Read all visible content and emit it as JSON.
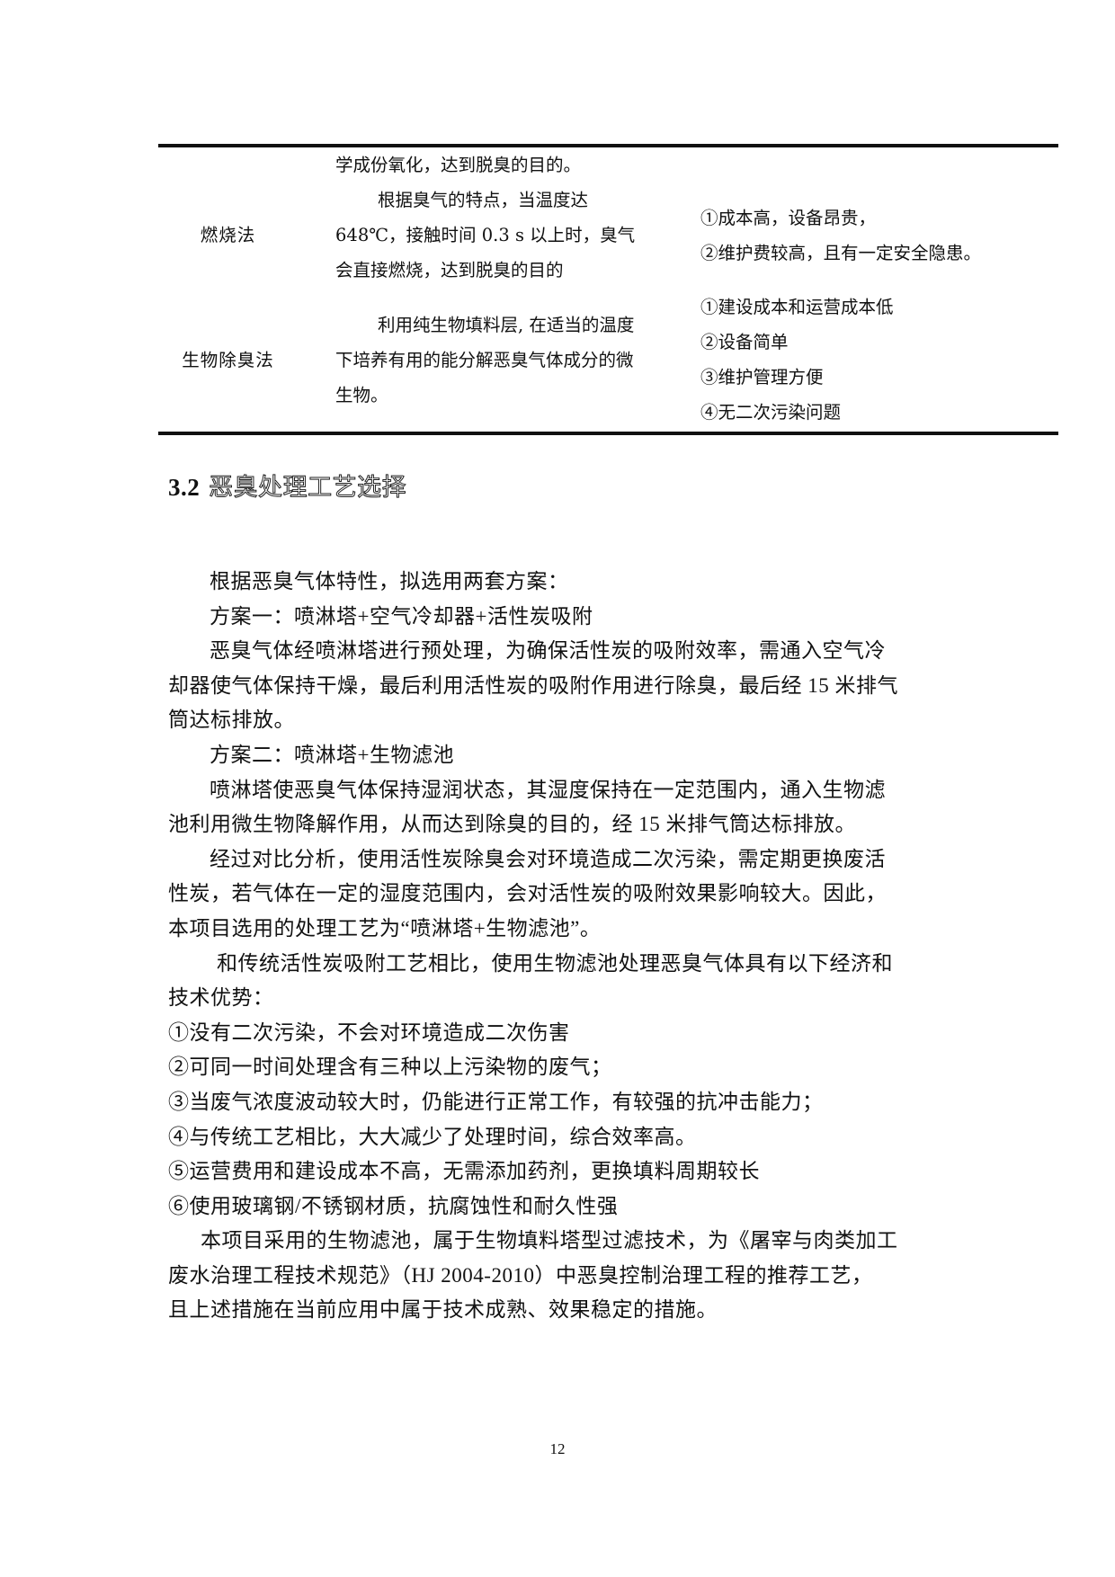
{
  "table": {
    "rows": [
      {
        "method": "",
        "principle_lines": [
          "学成份氧化，达到脱臭的目的。"
        ],
        "features": []
      },
      {
        "method": "燃烧法",
        "principle_lines": [
          "根据臭气的特点，当温度达",
          "648℃，接触时间 0.3 s 以上时，臭气",
          "会直接燃烧，达到脱臭的目的"
        ],
        "features": [
          "①成本高，设备昂贵，",
          "②维护费较高，且有一定安全隐患。"
        ]
      },
      {
        "method": "生物除臭法",
        "principle_lines": [
          "利用纯生物填料层, 在适当的温度",
          "下培养有用的能分解恶臭气体成分的微",
          "生物。"
        ],
        "features": [
          "①建设成本和运营成本低",
          "②设备简单",
          "③维护管理方便",
          "④无二次污染问题"
        ]
      }
    ]
  },
  "section": {
    "number": "3.2",
    "title": "恶臭处理工艺选择"
  },
  "paragraphs": [
    "根据恶臭气体特性，拟选用两套方案：",
    "方案一：喷淋塔+空气冷却器+活性炭吸附",
    "恶臭气体经喷淋塔进行预处理，为确保活性炭的吸附效率，需通入空气冷",
    "却器使气体保持干燥，最后利用活性炭的吸附作用进行除臭，最后经 15 米排气",
    "筒达标排放。",
    "方案二：喷淋塔+生物滤池",
    "喷淋塔使恶臭气体保持湿润状态，其湿度保持在一定范围内，通入生物滤",
    "池利用微生物降解作用，从而达到除臭的目的，经 15 米排气筒达标排放。",
    "经过对比分析，使用活性炭除臭会对环境造成二次污染，需定期更换废活",
    "性炭，若气体在一定的湿度范围内，会对活性炭的吸附效果影响较大。因此，",
    "本项目选用的处理工艺为“喷淋塔+生物滤池”。",
    "和传统活性炭吸附工艺相比，使用生物滤池处理恶臭气体具有以下经济和",
    "技术优势：",
    "①没有二次污染，不会对环境造成二次伤害",
    "②可同一时间处理含有三种以上污染物的废气；",
    "③当废气浓度波动较大时，仍能进行正常工作，有较强的抗冲击能力；",
    "④与传统工艺相比，大大减少了处理时间，综合效率高。",
    "⑤运营费用和建设成本不高，无需添加药剂，更换填料周期较长",
    "⑥使用玻璃钢/不锈钢材质，抗腐蚀性和耐久性强",
    "本项目采用的生物滤池，属于生物填料塔型过滤技术，为《屠宰与肉类加工",
    "废水治理工程技术规范》（HJ 2004-2010）中恶臭控制治理工程的推荐工艺，",
    "且上述措施在当前应用中属于技术成熟、效果稳定的措施。"
  ],
  "page_number": "12"
}
